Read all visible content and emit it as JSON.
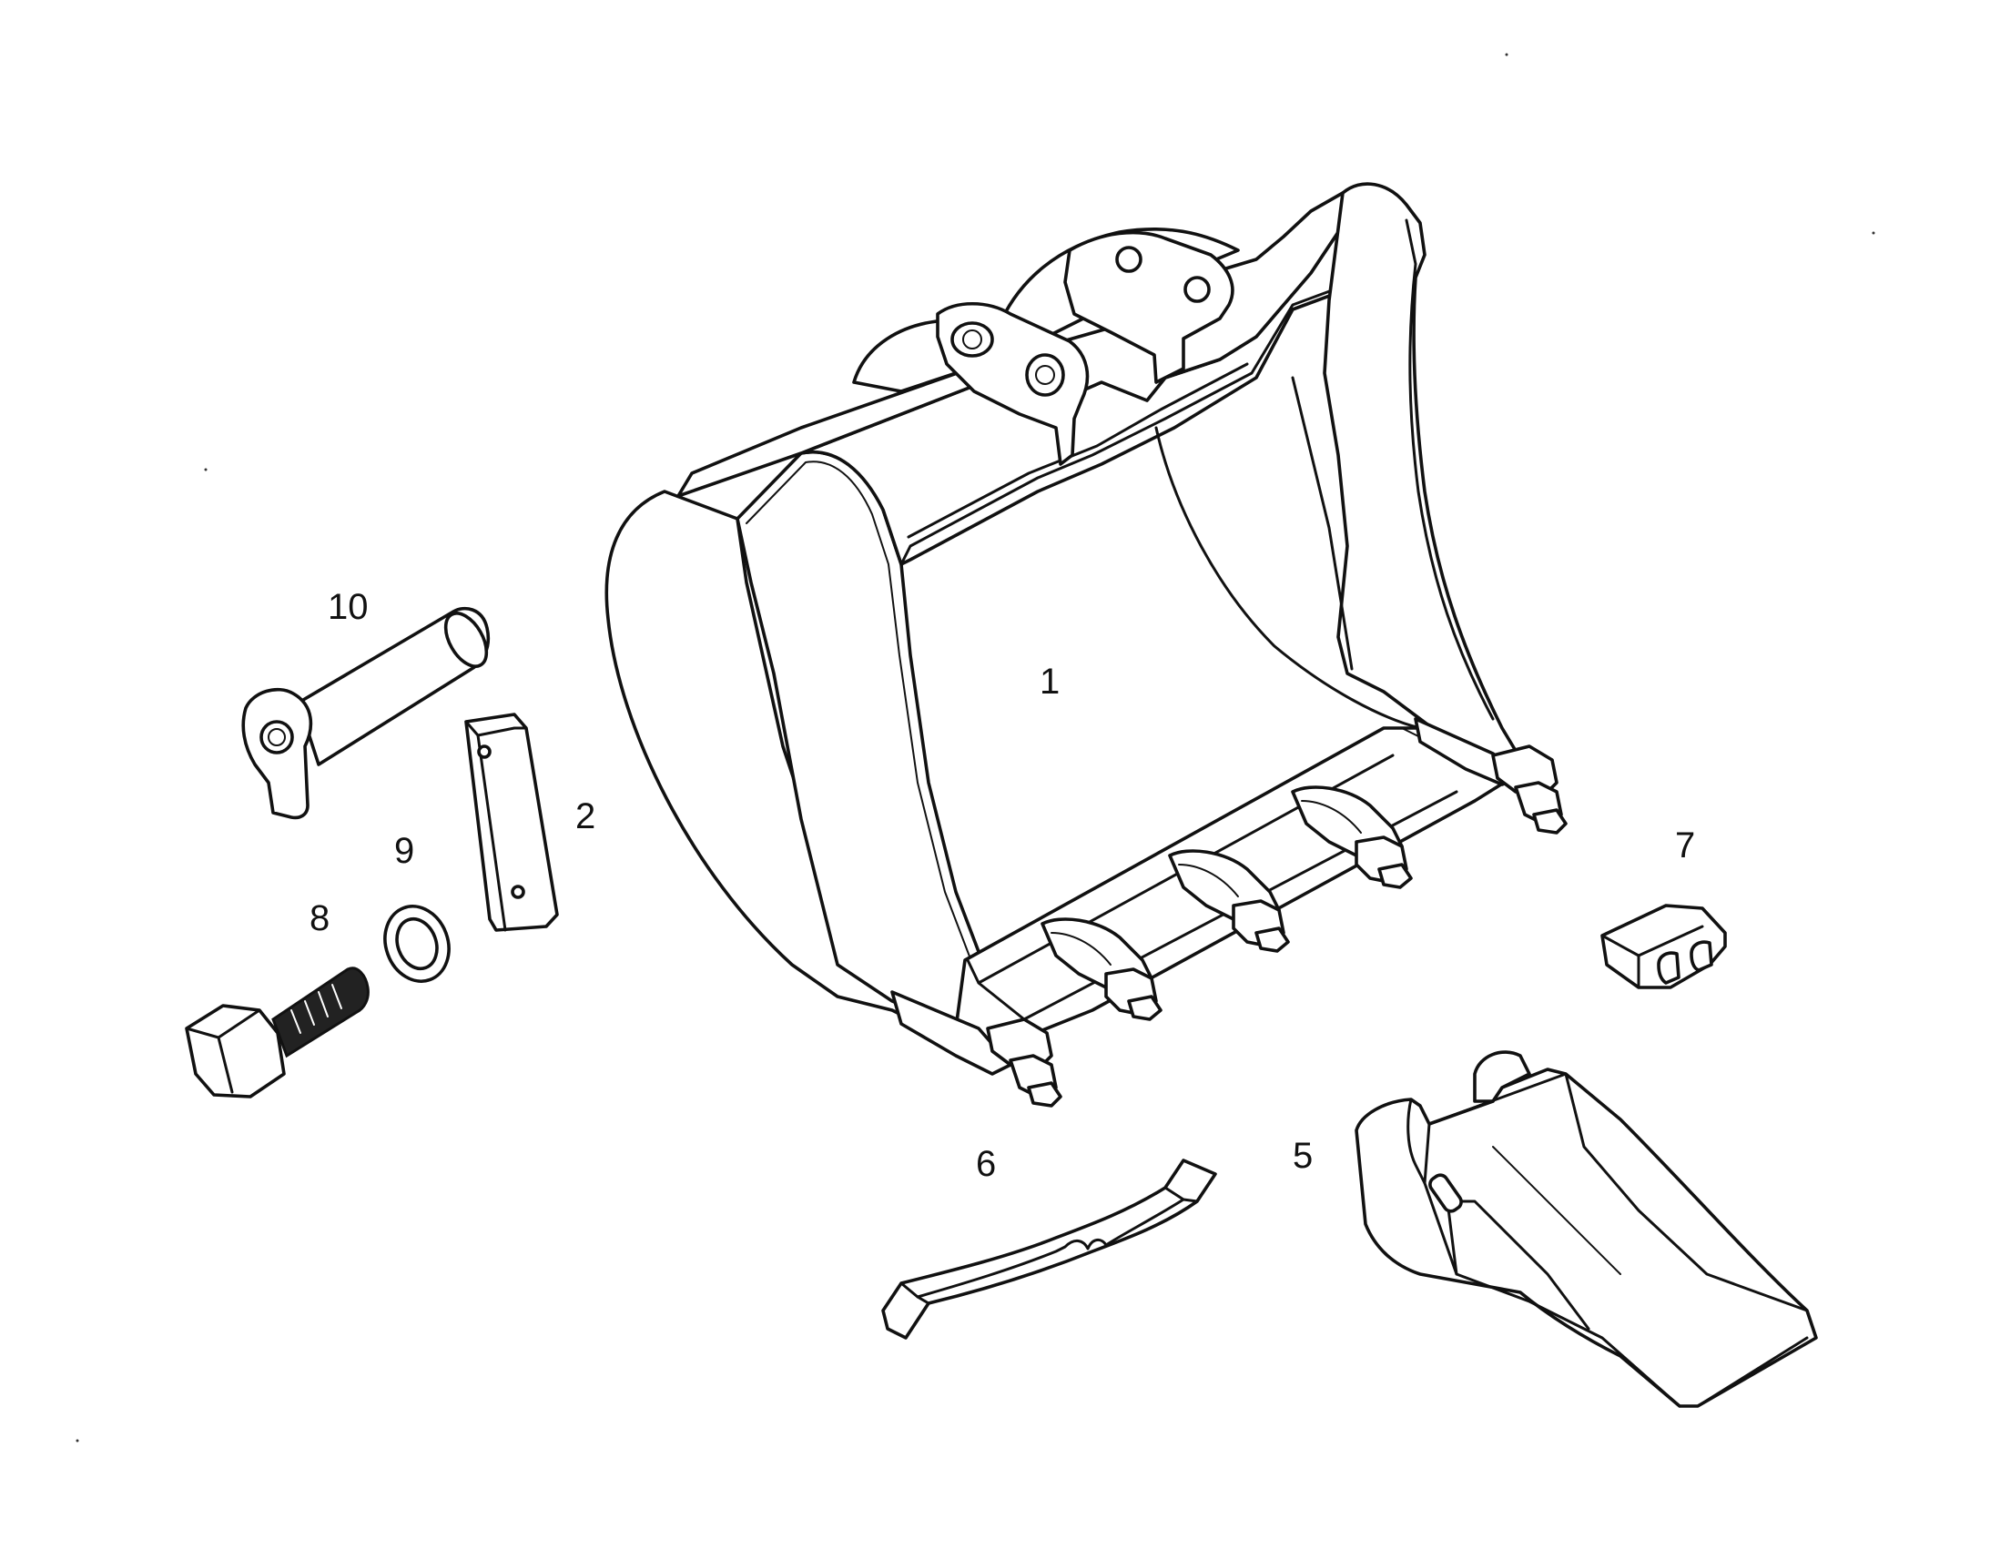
{
  "callouts": {
    "bucket": "1",
    "plate": "2",
    "adapter": "5",
    "side_cutter": "6",
    "retainer": "7",
    "bolt": "8",
    "washer": "9",
    "pin": "10"
  }
}
